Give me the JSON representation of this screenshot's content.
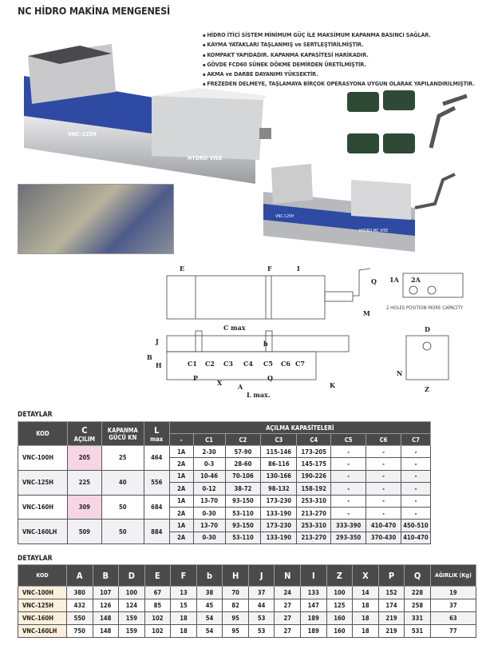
{
  "title": "NC HİDRO MAKİNA MENGENESİ",
  "features": [
    "HİDRO İTİCİ SİSTEM MİNİMUM GÜÇ İLE MAKSİMUM KAPANMA BASINCI SAĞLAR.",
    "KAYMA YATAKLARI TAŞLANMIŞ ve SERTLEŞTİRİLMİŞTİR.",
    "KOMPAKT YAPIDADIR. KAPANMA KAPASİTESİ HARİKADIR.",
    "GÖVDE FCD60 SÜNEK DÖKME DEMİRDEN ÜRETİLMİŞTİR.",
    "AKMA ve DARBE DAYANIMI YÜKSEKTİR.",
    "FREZEDEN DELMEYE, TAŞLAMAYA BİRÇOK OPERASYONA UYGUN OLARAK YAPILANDIRILMIŞTIR."
  ],
  "product_labels": {
    "big_model": "VNC-125H",
    "big_brand": "HYDRO VISE",
    "small_model": "VNC-125H",
    "small_brand": "HYDRO MC VISE"
  },
  "drawing": {
    "labels": [
      "E",
      "F",
      "I",
      "Q",
      "M",
      "C max",
      "b",
      "J",
      "B",
      "H",
      "P",
      "Q",
      "X",
      "A",
      "K",
      "L max.",
      "D",
      "N",
      "Z",
      "1A",
      "2A"
    ],
    "c_labels": [
      "C1",
      "C2",
      "C3",
      "C4",
      "C5",
      "C6",
      "C7"
    ],
    "note": "2 HOLES POSITION MORE CAPACITY"
  },
  "table1": {
    "section": "DETAYLAR",
    "headers": {
      "kod": "KOD",
      "c": "C",
      "c_sub": "AÇILIM",
      "kapanma": "KAPANMA",
      "kapanma_sub": "GÜCÜ KN",
      "l": "L",
      "l_sub": "max",
      "capacity": "AÇILMA KAPASİTELERİ",
      "cols": [
        "-",
        "C1",
        "C2",
        "C3",
        "C4",
        "C5",
        "C6",
        "C7"
      ]
    },
    "rows": [
      {
        "kod": "VNC-100H",
        "c": "205",
        "kn": "25",
        "l": "464",
        "sub": [
          [
            "1A",
            "2-30",
            "57-90",
            "115-146",
            "173-205",
            "-",
            "-",
            "-"
          ],
          [
            "2A",
            "0-3",
            "28-60",
            "86-116",
            "145-175",
            "-",
            "-",
            "-"
          ]
        ]
      },
      {
        "kod": "VNC-125H",
        "c": "225",
        "kn": "40",
        "l": "556",
        "sub": [
          [
            "1A",
            "10-46",
            "70-106",
            "130-166",
            "190-226",
            "-",
            "-",
            "-"
          ],
          [
            "2A",
            "0-12",
            "38-72",
            "98-132",
            "158-192",
            "-",
            "-",
            "-"
          ]
        ]
      },
      {
        "kod": "VNC-160H",
        "c": "309",
        "kn": "50",
        "l": "684",
        "sub": [
          [
            "1A",
            "13-70",
            "93-150",
            "173-230",
            "253-310",
            "-",
            "-",
            "-"
          ],
          [
            "2A",
            "0-30",
            "53-110",
            "133-190",
            "213-270",
            "-",
            "-",
            "-"
          ]
        ]
      },
      {
        "kod": "VNC-160LH",
        "c": "509",
        "kn": "50",
        "l": "884",
        "sub": [
          [
            "1A",
            "13-70",
            "93-150",
            "173-230",
            "253-310",
            "333-390",
            "410-470",
            "450-510"
          ],
          [
            "2A",
            "0-30",
            "53-110",
            "133-190",
            "213-270",
            "293-350",
            "370-430",
            "410-470"
          ]
        ]
      }
    ]
  },
  "table2": {
    "section": "DETAYLAR",
    "headers": [
      "KOD",
      "A",
      "B",
      "D",
      "E",
      "F",
      "b",
      "H",
      "J",
      "N",
      "I",
      "Z",
      "X",
      "P",
      "Q",
      "AĞIRLIK (Kg)"
    ],
    "rows": [
      [
        "VNC-100H",
        "380",
        "107",
        "100",
        "67",
        "13",
        "38",
        "70",
        "37",
        "24",
        "133",
        "100",
        "14",
        "152",
        "228",
        "19"
      ],
      [
        "VNC-125H",
        "432",
        "126",
        "124",
        "85",
        "15",
        "45",
        "82",
        "44",
        "27",
        "147",
        "125",
        "18",
        "174",
        "258",
        "37"
      ],
      [
        "VNC-160H",
        "550",
        "148",
        "159",
        "102",
        "18",
        "54",
        "95",
        "53",
        "27",
        "189",
        "160",
        "18",
        "219",
        "331",
        "63"
      ],
      [
        "VNC-160LH",
        "750",
        "148",
        "159",
        "102",
        "18",
        "54",
        "95",
        "53",
        "27",
        "189",
        "160",
        "18",
        "219",
        "531",
        "77"
      ]
    ]
  }
}
